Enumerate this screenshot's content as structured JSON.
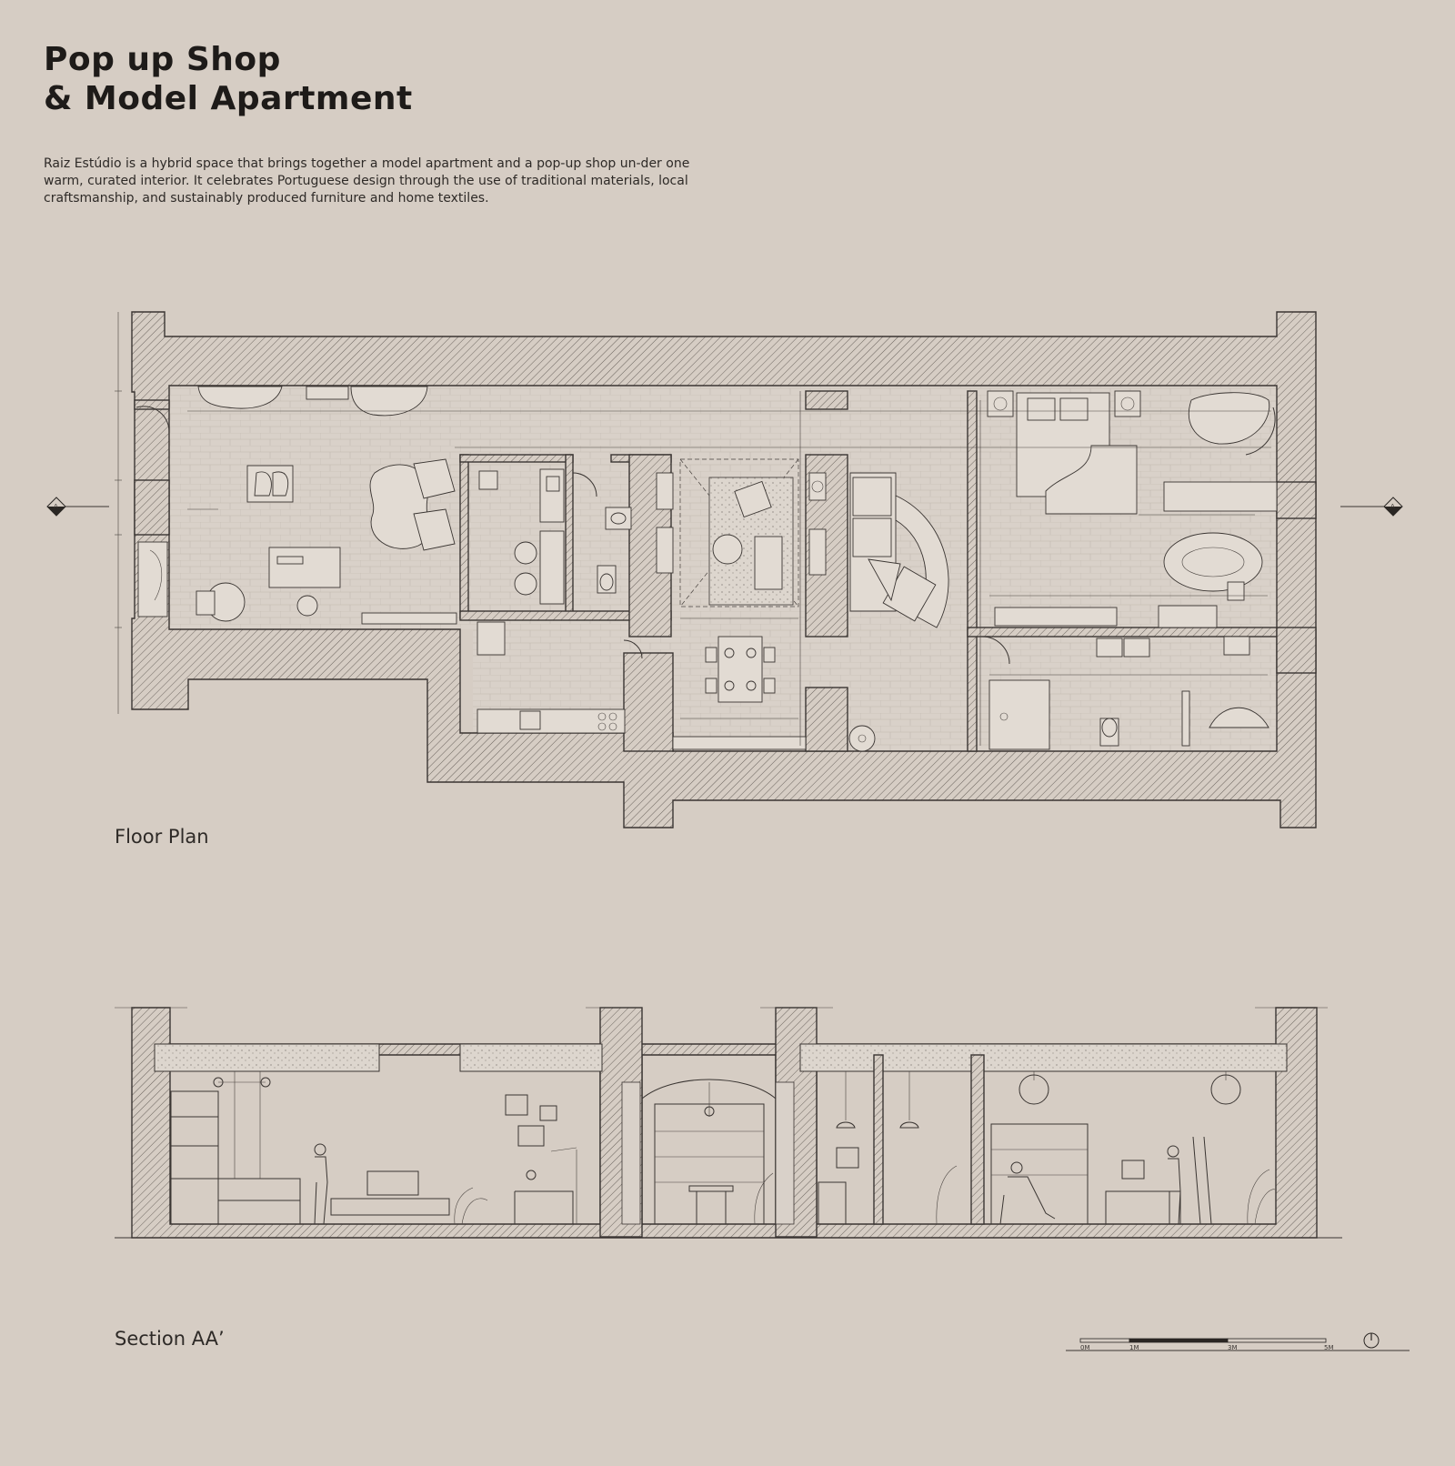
{
  "header": {
    "title_line1": "Pop up Shop",
    "title_line2": "& Model Apartment",
    "description": "Raiz Estúdio is a hybrid space that brings together a model apartment and a pop-up shop un-der one warm, curated interior. It celebrates Portuguese design through the use of traditional materials, local craftsmanship, and sustainably produced furniture and home textiles."
  },
  "floor_plan": {
    "caption": "Floor Plan",
    "section_marker_left": "A",
    "section_marker_right": "A"
  },
  "section": {
    "caption": "Section AA’"
  },
  "scale_bar": {
    "labels": [
      "0M",
      "1M",
      "3M",
      "5M"
    ]
  },
  "colors": {
    "background": "#d6cdc4",
    "ink": "#2a2623",
    "hatch": "#6b645e"
  },
  "icons": [
    "north-arrow-icon",
    "section-marker-icon"
  ]
}
